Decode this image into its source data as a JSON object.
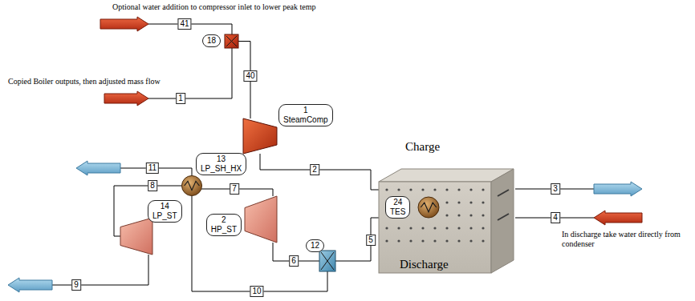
{
  "diagram": {
    "nodes": [
      {
        "text": [
          "18"
        ]
      },
      {
        "text": [
          "1",
          "SteamComp"
        ]
      },
      {
        "text": [
          "13",
          "LP_SH_HX"
        ]
      },
      {
        "text": [
          "24",
          "TES"
        ]
      },
      {
        "text": [
          "2",
          "HP_ST"
        ]
      },
      {
        "text": [
          "14",
          "LP_ST"
        ]
      },
      {
        "text": [
          "12"
        ]
      }
    ],
    "edges": [
      {
        "from": 0,
        "to": 1,
        "arrow": "none",
        "label": "40"
      },
      {
        "from": 1,
        "to": 3,
        "arrow": "none",
        "label": "2"
      },
      {
        "from": 3,
        "to": 6,
        "arrow": "none",
        "label": "5"
      },
      {
        "from": 6,
        "to": 4,
        "arrow": "none",
        "label": "6"
      },
      {
        "from": 4,
        "to": 2,
        "arrow": "none",
        "label": "7"
      },
      {
        "from": 6,
        "to": 2,
        "arrow": "none",
        "label": "10"
      },
      {
        "from": 2,
        "to": 5,
        "arrow": "none",
        "label": "8"
      }
    ],
    "labels": [
      "Optional water addition to compressor inlet to lower peak temp",
      "41",
      "Copied Boiler outputs, then adjusted mass flow",
      "1",
      "Charge",
      "11",
      "3",
      "4",
      "In discharge take water directly from condenser",
      "Discharge",
      "9"
    ]
  }
}
